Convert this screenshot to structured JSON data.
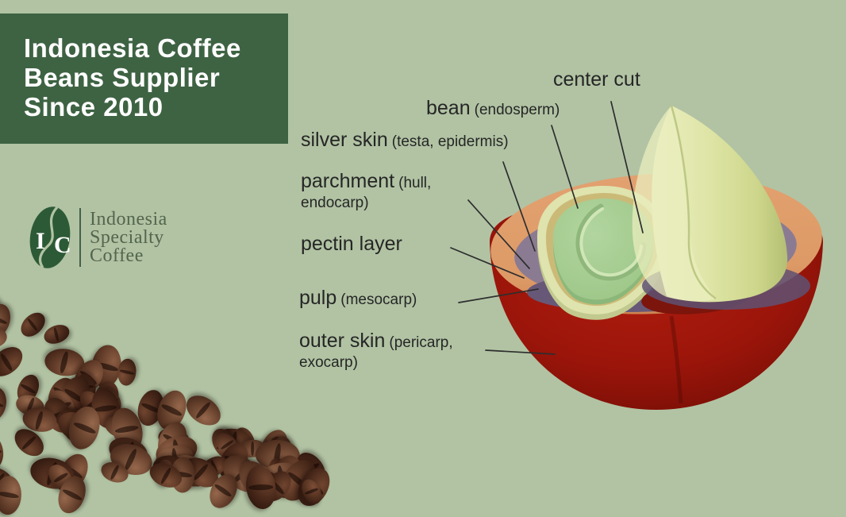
{
  "header": {
    "title_lines": [
      "Indonesia Coffee",
      "Beans Supplier",
      "Since 2010"
    ]
  },
  "logo": {
    "initial_left": "I",
    "initial_right": "C",
    "name_line1": "Indonesia",
    "name_line2": "Specialty",
    "name_line3": "Coffee"
  },
  "diagram": {
    "labels": {
      "center_cut": {
        "main": "center cut"
      },
      "bean": {
        "main": "bean",
        "sub": "(endosperm)"
      },
      "silver_skin": {
        "main": "silver skin",
        "sub": "(testa, epidermis)"
      },
      "parchment": {
        "main": "parchment",
        "sub": "(hull,",
        "sub2": "endocarp)"
      },
      "pectin": {
        "main": "pectin layer"
      },
      "pulp": {
        "main": "pulp",
        "sub": "(mesocarp)"
      },
      "outer_skin": {
        "main": "outer skin",
        "sub": "(pericarp,",
        "sub2": "exocarp)"
      }
    },
    "colors": {
      "background": "#b1c3a3",
      "header_green": "#3e6343",
      "outer_skin_red": "#a81a0e",
      "pulp_orange": "#dd9a66",
      "pectin_purple": "#8b7b92",
      "parchment_cream": "#dfe3ae",
      "silver_skin_tan": "#cbba77",
      "bean_green": "#a6ce92",
      "bean_half_pale": "#dde4a4"
    }
  }
}
